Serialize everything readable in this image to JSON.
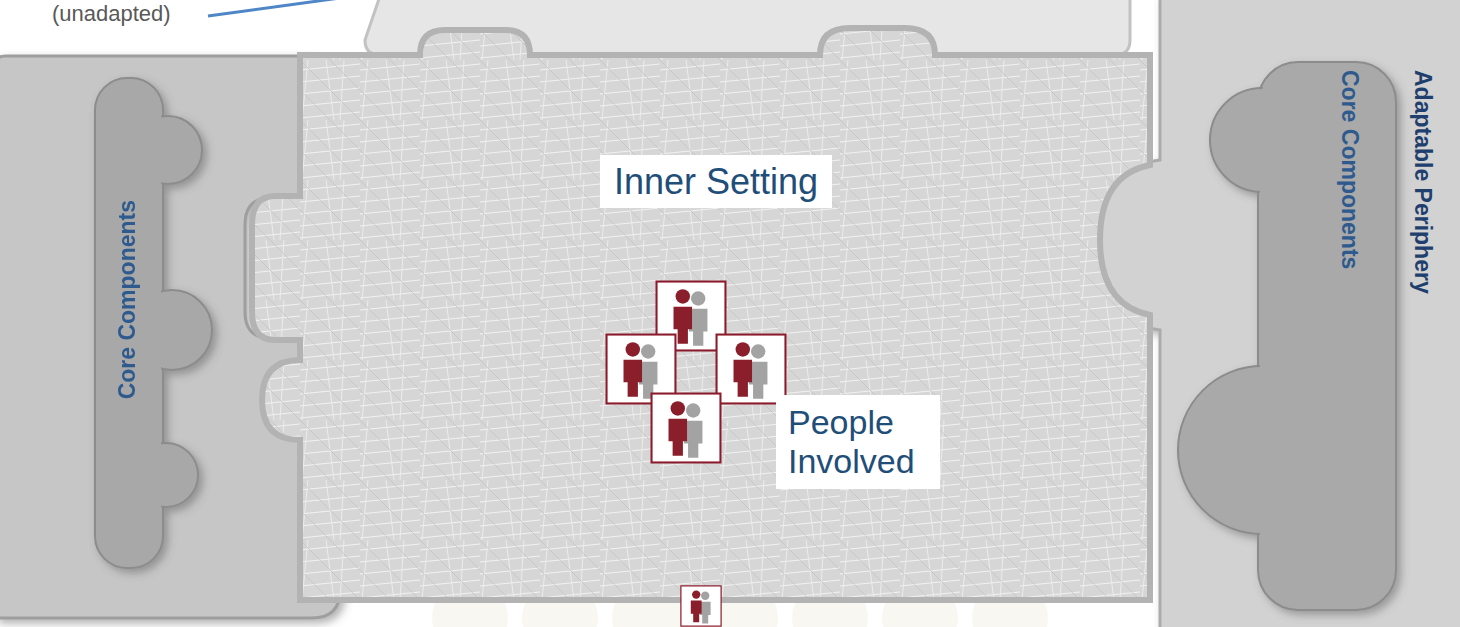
{
  "diagram": {
    "nodes": [
      {
        "text": [
          "Core Components"
        ]
      },
      {
        "text": [
          "Inner Setting"
        ]
      },
      {
        "text": [
          "People Involved"
        ],
        "in": 1
      },
      {
        "text": [
          "Adaptable Periphery"
        ]
      },
      {
        "text": [
          "Core Components"
        ],
        "in": 3
      }
    ],
    "labels": [
      "(unadapted)"
    ]
  }
}
